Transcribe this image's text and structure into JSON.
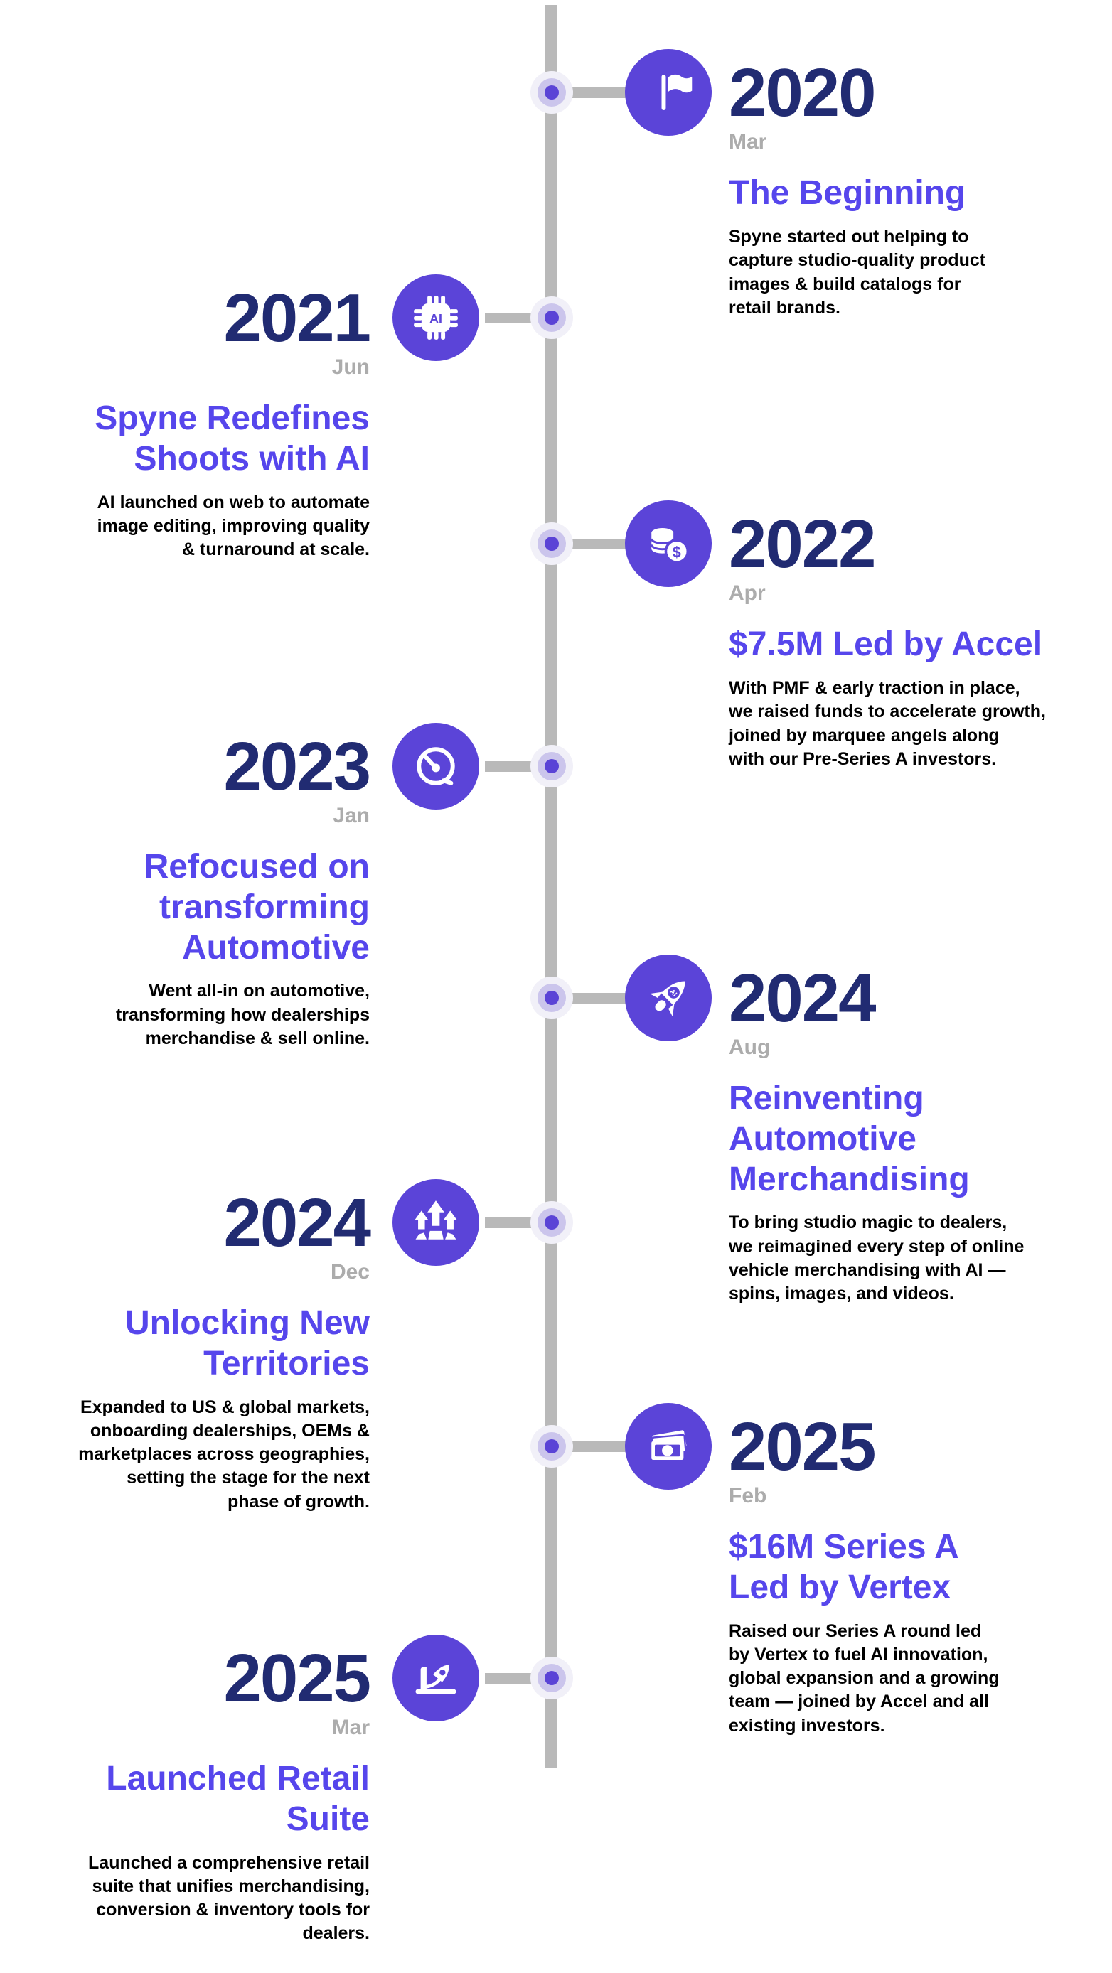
{
  "timeline": {
    "colors": {
      "accent_title": "#5646ec",
      "icon_circle": "#5b44d8",
      "year_navy": "#212b72",
      "month_gray": "#acacac",
      "spine_gray": "#b9b9b9",
      "node_dot": "#5a43d6",
      "node_ring": "#cbc5ec",
      "description_black": "#000000"
    },
    "entries": [
      {
        "year": "2020",
        "month": "Mar",
        "title": "The Beginning",
        "description": "Spyne started out helping to\ncapture studio-quality product\nimages & build catalogs for\nretail brands.",
        "side": "right",
        "icon": "flag-icon"
      },
      {
        "year": "2021",
        "month": "Jun",
        "title": "Spyne Redefines\nShoots with AI",
        "description": "AI launched on web to automate\nimage editing, improving quality\n& turnaround at scale.",
        "side": "left",
        "icon": "ai-chip-icon"
      },
      {
        "year": "2022",
        "month": "Apr",
        "title": "$7.5M Led by Accel",
        "description": "With PMF & early traction in place,\nwe raised funds to accelerate growth,\njoined by marquee angels along\nwith our Pre-Series A investors.",
        "side": "right",
        "icon": "coins-dollar-icon"
      },
      {
        "year": "2023",
        "month": "Jan",
        "title": "Refocused on\ntransforming\nAutomotive",
        "description": "Went all-in on automotive,\ntransforming how dealerships\nmerchandise & sell online.",
        "side": "left",
        "icon": "speedometer-icon"
      },
      {
        "year": "2024",
        "month": "Aug",
        "title": "Reinventing\nAutomotive\nMerchandising",
        "description": "To bring studio magic to dealers,\nwe reimagined every step of online\nvehicle merchandising with AI —\nspins, images, and videos.",
        "side": "right",
        "icon": "rocket-ai-icon"
      },
      {
        "year": "2024",
        "month": "Dec",
        "title": "Unlocking New\nTerritories",
        "description": "Expanded to US & global markets,\nonboarding dealerships, OEMs &\nmarketplaces across geographies,\nsetting the stage for the next\nphase of growth.",
        "side": "left",
        "icon": "growth-arrows-icon"
      },
      {
        "year": "2025",
        "month": "Feb",
        "title": "$16M Series A\nLed by Vertex",
        "description": "Raised our Series A round led\nby Vertex to fuel AI innovation,\nglobal expansion and a growing\nteam — joined by Accel and all\nexisting investors.",
        "side": "right",
        "icon": "cash-icon"
      },
      {
        "year": "2025",
        "month": "Mar",
        "title": "Launched Retail\nSuite",
        "description": "Launched a comprehensive retail\nsuite that unifies merchandising,\nconversion & inventory tools for\ndealers.",
        "side": "left",
        "icon": "laptop-rocket-icon"
      }
    ]
  }
}
